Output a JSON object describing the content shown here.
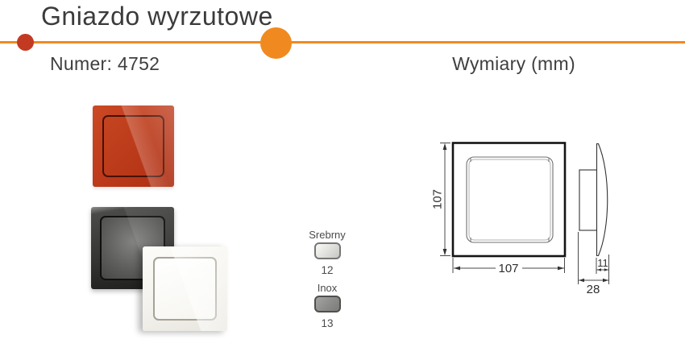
{
  "header": {
    "title": "Gniazdo wyrzutowe",
    "product_number": "Numer: 4752",
    "dimensions_heading": "Wymiary (mm)"
  },
  "colors": {
    "accent_orange": "#F08A20",
    "accent_dark_red": "#C23A22",
    "heading_text": "#3B3B3B",
    "plate_red": "#BD3A1B",
    "plate_anthracite": "#353533",
    "plate_white": "#F3F2EC",
    "swatch_silver": "#D9D9D5",
    "swatch_inox": "#8C8C8A"
  },
  "swatches": {
    "items": [
      {
        "label": "Srebrny",
        "code": "12",
        "color": "#D9D9D5"
      },
      {
        "label": "Inox",
        "code": "13",
        "color": "#8C8C8A"
      }
    ]
  },
  "drawing": {
    "front_height_mm": "107",
    "front_width_mm": "107",
    "face_depth_mm": "11",
    "total_depth_mm": "28"
  }
}
